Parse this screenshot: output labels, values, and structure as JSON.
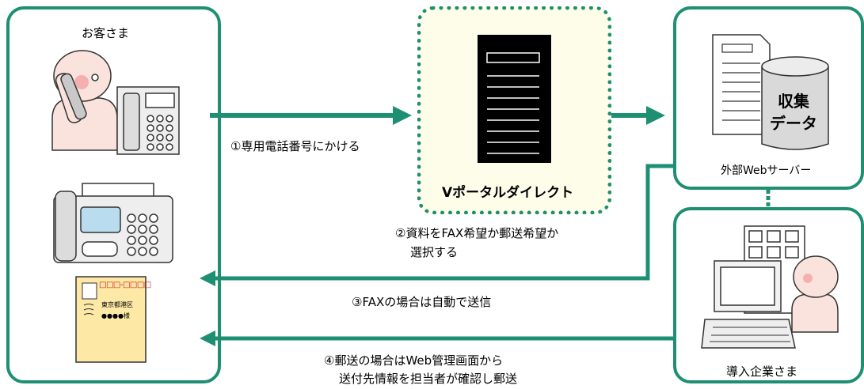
{
  "customer_panel": {
    "title": "お客さま"
  },
  "vportal": {
    "title": "Vポータルダイレクト"
  },
  "web_server": {
    "title": "外部Webサーバー",
    "db_label_line1": "収集",
    "db_label_line2": "データ"
  },
  "company": {
    "title": "導入企業さま"
  },
  "envelope": {
    "stamp": "□□□-□□□□",
    "address": "東京都港区",
    "name": "●●●●様"
  },
  "steps": {
    "s1": "①専用電話番号にかける",
    "s2_line1": "②資料をFAX希望か郵送希望か",
    "s2_line2": "選択する",
    "s3": "③FAXの場合は自動で送信",
    "s4_line1": "④郵送の場合はWeb管理画面から",
    "s4_line2": "送付先情報を担当者が確認し郵送"
  },
  "colors": {
    "teal": "#1e8f72",
    "skin": "#fae3dc",
    "fax_blue": "#b9dcef",
    "envelope": "#fde8a6"
  }
}
